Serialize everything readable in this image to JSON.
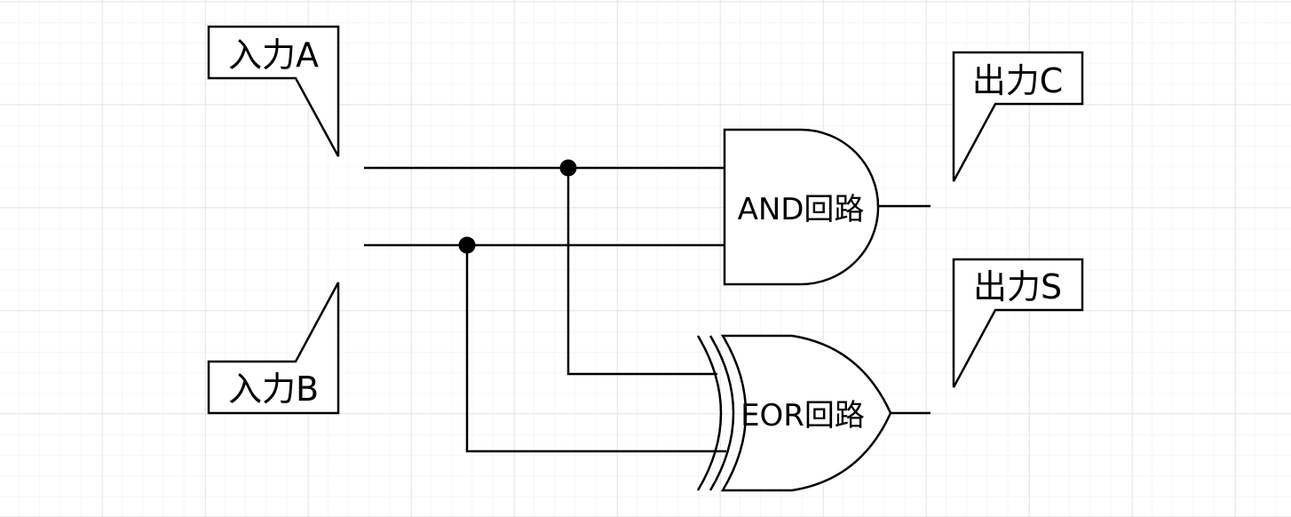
{
  "diagram": {
    "callouts": {
      "input_a": "入力A",
      "input_b": "入力B",
      "output_c": "出力C",
      "output_s": "出力S"
    },
    "gates": {
      "and": "AND回路",
      "eor": "EOR回路"
    }
  }
}
